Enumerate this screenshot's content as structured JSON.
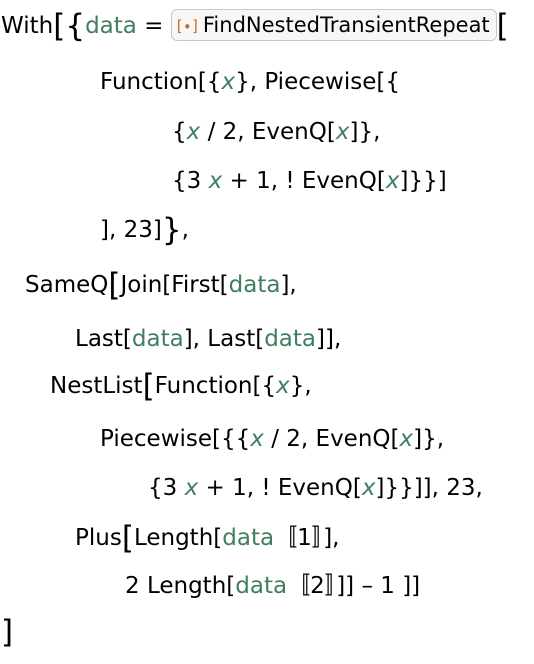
{
  "code": {
    "line1": {
      "with": "With",
      "data": "data",
      "eq": " = ",
      "rb_icon": "[∙]",
      "rb_label": "FindNestedTransientRepeat",
      "open": "["
    },
    "line2": {
      "a": "Function[{",
      "x": "x",
      "b": "}, Piecewise[{"
    },
    "line3": {
      "a": "{",
      "x1": "x",
      "b": " / 2, EvenQ[",
      "x2": "x",
      "c": "]},"
    },
    "line4": {
      "a": "{3 ",
      "x1": "x",
      "b": " + 1, ! EvenQ[",
      "x2": "x",
      "c": "]}}]"
    },
    "line5": {
      "a": "], 23]",
      "brace": "}",
      "b": ","
    },
    "line6": {
      "a": "SameQ",
      "open": "[",
      "b": "Join[First[",
      "data": "data",
      "c": "],"
    },
    "line7": {
      "a": "Last[",
      "d1": "data",
      "b": "], Last[",
      "d2": "data",
      "c": "]],"
    },
    "line8": {
      "a": "NestList",
      "open": "[",
      "b": "Function[{",
      "x": "x",
      "c": "},"
    },
    "line9": {
      "a": "Piecewise[{{",
      "x1": "x",
      "b": " / 2, EvenQ[",
      "x2": "x",
      "c": "]},"
    },
    "line10": {
      "a": "{3 ",
      "x1": "x",
      "b": " + 1, ! EvenQ[",
      "x2": "x",
      "c": "]}}]], 23,"
    },
    "line11": {
      "a": "Plus",
      "open": "[",
      "b": "Length[",
      "data": "data",
      "c": "〚1〛],"
    },
    "line12": {
      "a": "2 Length[",
      "data": "data",
      "b": "〚2〛]] – 1 ]]"
    },
    "line13": {
      "close": "]"
    }
  }
}
